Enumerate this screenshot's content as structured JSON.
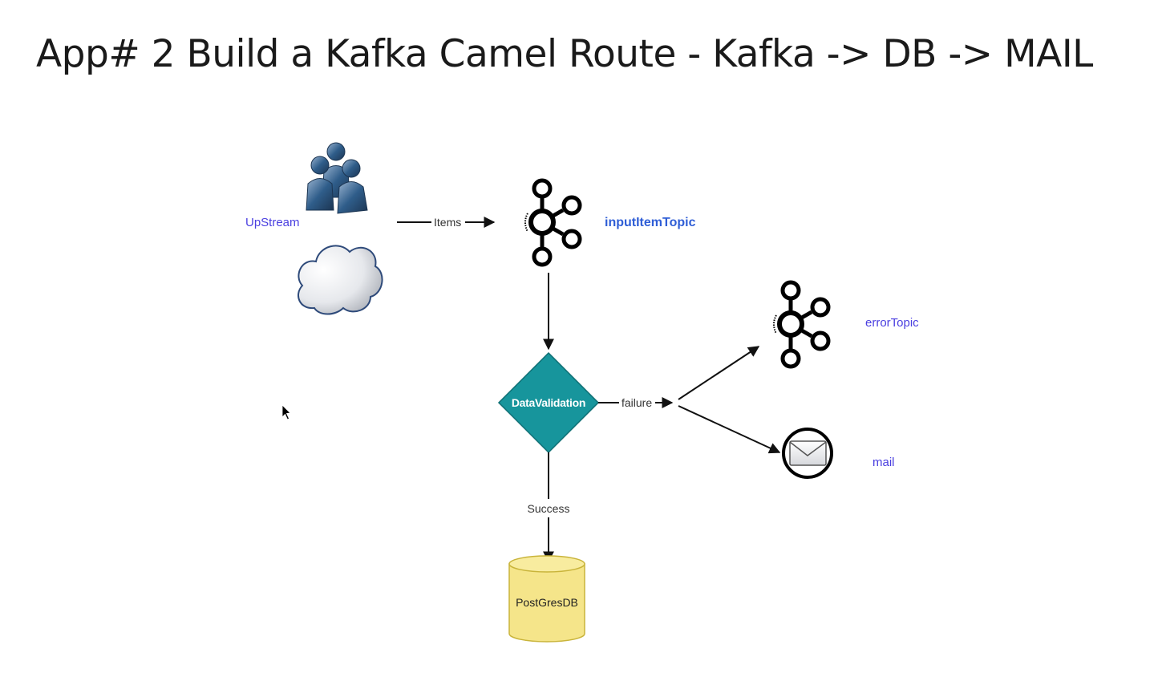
{
  "title": "App# 2 Build a Kafka Camel Route - Kafka -> DB -> MAIL",
  "nodes": {
    "upstream": {
      "label": "UpStream"
    },
    "input_topic": {
      "label": "inputItemTopic"
    },
    "data_validation": {
      "label": "DataValidation"
    },
    "error_topic": {
      "label": "errorTopic"
    },
    "mail": {
      "label": "mail"
    },
    "postgres": {
      "label": "PostGresDB"
    }
  },
  "edges": {
    "items": "Items",
    "failure": "failure",
    "success": "Success"
  },
  "colors": {
    "diamond": "#17959c",
    "db_fill": "#f5e58a",
    "db_stroke": "#c9b43a",
    "node_label": "#4a3fe0",
    "topic_label": "#2f5ed6"
  }
}
